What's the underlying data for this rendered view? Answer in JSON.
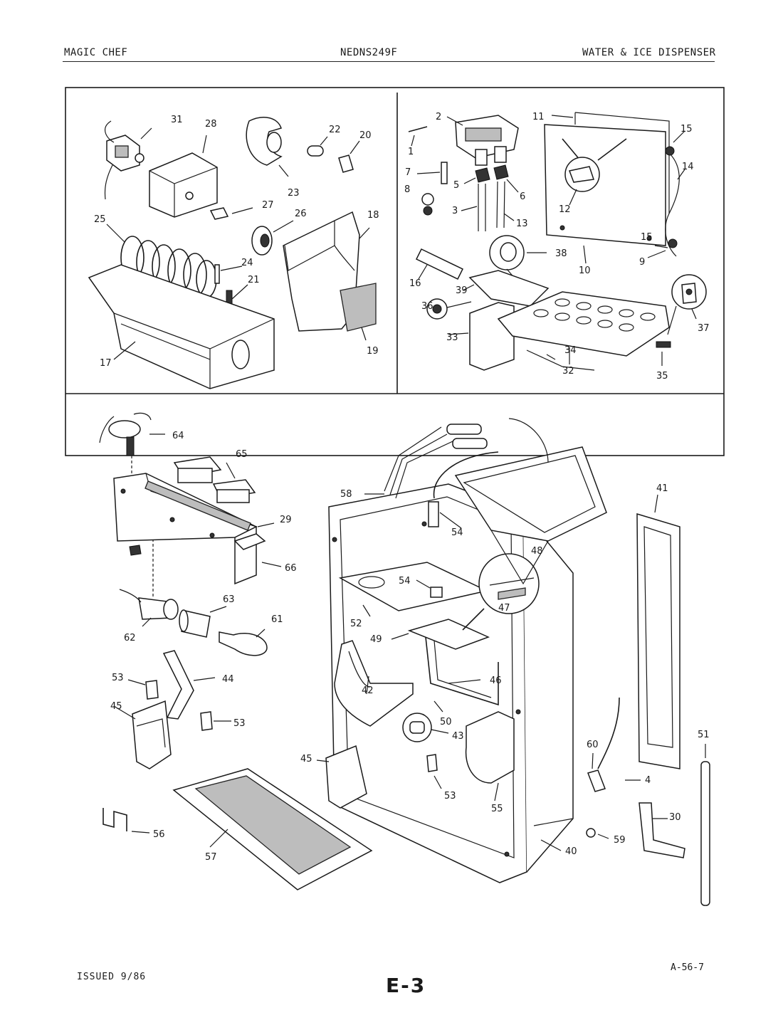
{
  "header": {
    "brand": "MAGIC CHEF",
    "model": "NEDNS249F",
    "section": "WATER & ICE DISPENSER"
  },
  "footer": {
    "issued": "ISSUED 9/86",
    "page_code": "E-3",
    "ref": "A-56-7"
  },
  "callouts": {
    "p1": "1",
    "p2": "2",
    "p3": "3",
    "p4": "4",
    "p5": "5",
    "p6": "6",
    "p7": "7",
    "p8": "8",
    "p9": "9",
    "p10": "10",
    "p11": "11",
    "p12": "12",
    "p13": "13",
    "p14": "14",
    "p15a": "15",
    "p15b": "15",
    "p16": "16",
    "p17": "17",
    "p18": "18",
    "p19": "19",
    "p20": "20",
    "p21": "21",
    "p22": "22",
    "p23": "23",
    "p24": "24",
    "p25": "25",
    "p26": "26",
    "p27": "27",
    "p28": "28",
    "p29": "29",
    "p30": "30",
    "p31": "31",
    "p32": "32",
    "p33": "33",
    "p34": "34",
    "p35": "35",
    "p36": "36",
    "p37": "37",
    "p38": "38",
    "p39": "39",
    "p40": "40",
    "p41": "41",
    "p42": "42",
    "p43": "43",
    "p44": "44",
    "p45a": "45",
    "p45b": "45",
    "p46": "46",
    "p47": "47",
    "p48": "48",
    "p49": "49",
    "p50": "50",
    "p51": "51",
    "p52": "52",
    "p53a": "53",
    "p53b": "53",
    "p53c": "53",
    "p54a": "54",
    "p54b": "54",
    "p55": "55",
    "p56": "56",
    "p57": "57",
    "p58": "58",
    "p59": "59",
    "p60": "60",
    "p61": "61",
    "p62": "62",
    "p63": "63",
    "p64": "64",
    "p65": "65",
    "p66": "66"
  }
}
